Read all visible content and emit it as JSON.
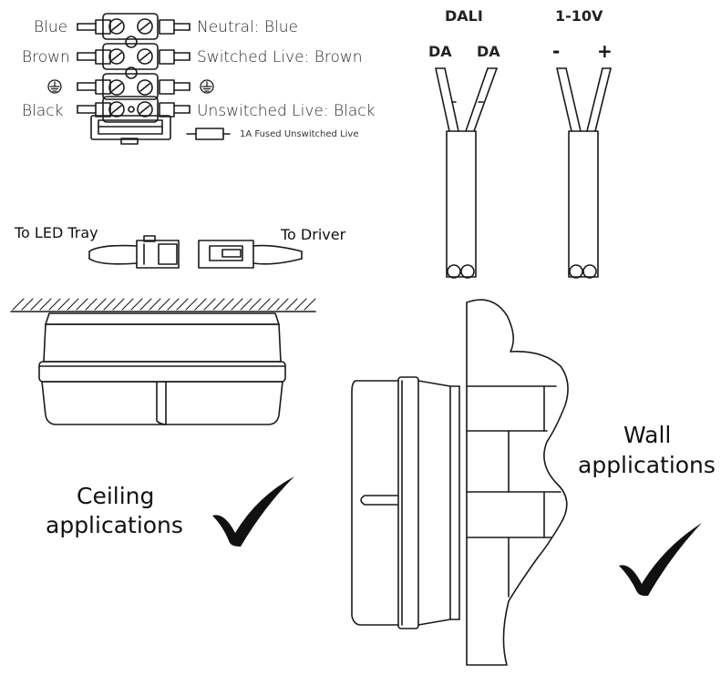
{
  "wiring": {
    "left_labels": [
      "Blue",
      "Brown",
      "Black"
    ],
    "right_labels": [
      "Neutral: Blue",
      "Switched Live: Brown",
      "Unswitched Live: Black"
    ],
    "fuse_label": "1A Fused Unswitched Live",
    "earth_symbol": "earth-icon"
  },
  "connector": {
    "left_label": "To LED Tray",
    "right_label": "To Driver"
  },
  "cables": {
    "dali_title": "DALI",
    "dali_wires": [
      "DA",
      "DA"
    ],
    "v10_title": "1-10V",
    "v10_wires": [
      "-",
      "+"
    ]
  },
  "applications": {
    "ceiling_line1": "Ceiling",
    "ceiling_line2": "applications",
    "wall_line1": "Wall",
    "wall_line2": "applications",
    "check_icon": "checkmark-icon"
  }
}
